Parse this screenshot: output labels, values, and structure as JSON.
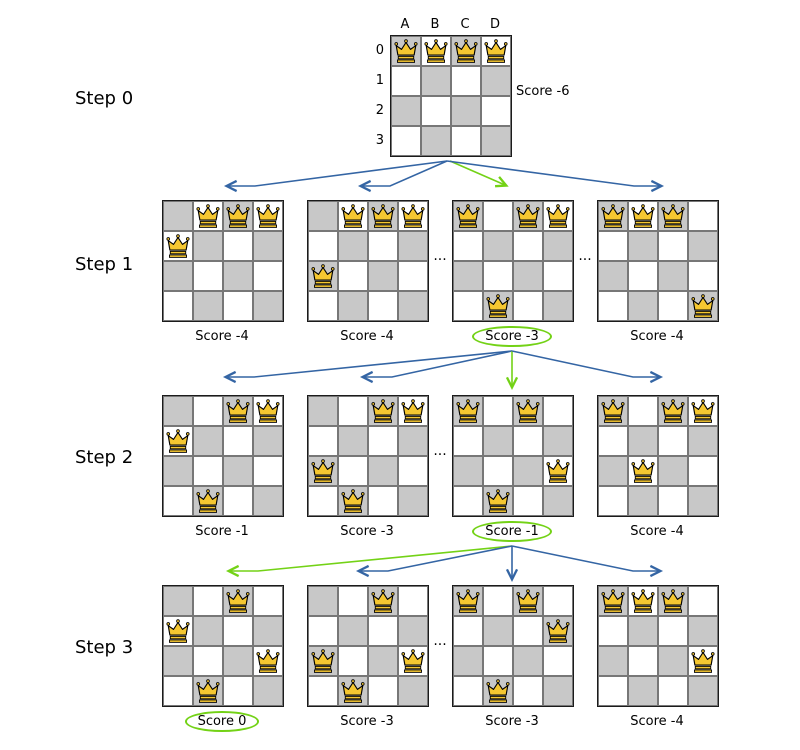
{
  "diagram": {
    "column_headers": [
      "A",
      "B",
      "C",
      "D"
    ],
    "row_headers": [
      "0",
      "1",
      "2",
      "3"
    ],
    "ellipsis": "...",
    "icons": {
      "queen-icon": "chess-queen"
    },
    "colors": {
      "selected_green": "#73d216",
      "arrow_blue": "#3465a4",
      "dark_cell": "#c8c8c8",
      "queen_fill": "#f5c731"
    }
  },
  "steps": [
    {
      "label": "Step 0",
      "boards": [
        {
          "queens": [
            "A0",
            "B0",
            "C0",
            "D0"
          ],
          "score": "Score -6",
          "selected": false
        }
      ]
    },
    {
      "label": "Step 1",
      "boards": [
        {
          "queens": [
            "A1",
            "B0",
            "C0",
            "D0"
          ],
          "score": "Score -4",
          "selected": false
        },
        {
          "queens": [
            "A2",
            "B0",
            "C0",
            "D0"
          ],
          "score": "Score -4",
          "selected": false
        },
        {
          "queens": [
            "A0",
            "B3",
            "C0",
            "D0"
          ],
          "score": "Score -3",
          "selected": true
        },
        {
          "queens": [
            "A0",
            "B0",
            "C0",
            "D3"
          ],
          "score": "Score -4",
          "selected": false
        }
      ]
    },
    {
      "label": "Step 2",
      "boards": [
        {
          "queens": [
            "A1",
            "B3",
            "C0",
            "D0"
          ],
          "score": "Score -1",
          "selected": false
        },
        {
          "queens": [
            "A2",
            "B3",
            "C0",
            "D0"
          ],
          "score": "Score -3",
          "selected": false
        },
        {
          "queens": [
            "A0",
            "B3",
            "C0",
            "D2"
          ],
          "score": "Score -1",
          "selected": true
        },
        {
          "queens": [
            "A0",
            "B2",
            "C0",
            "D0"
          ],
          "score": "Score -4",
          "selected": false
        }
      ]
    },
    {
      "label": "Step 3",
      "boards": [
        {
          "queens": [
            "A1",
            "B3",
            "C0",
            "D2"
          ],
          "score": "Score 0",
          "selected": true
        },
        {
          "queens": [
            "A2",
            "B3",
            "C0",
            "D2"
          ],
          "score": "Score -3",
          "selected": false
        },
        {
          "queens": [
            "A0",
            "B3",
            "C0",
            "D1"
          ],
          "score": "Score -3",
          "selected": false
        },
        {
          "queens": [
            "A0",
            "B0",
            "C0",
            "D2"
          ],
          "score": "Score -4",
          "selected": false
        }
      ]
    }
  ]
}
